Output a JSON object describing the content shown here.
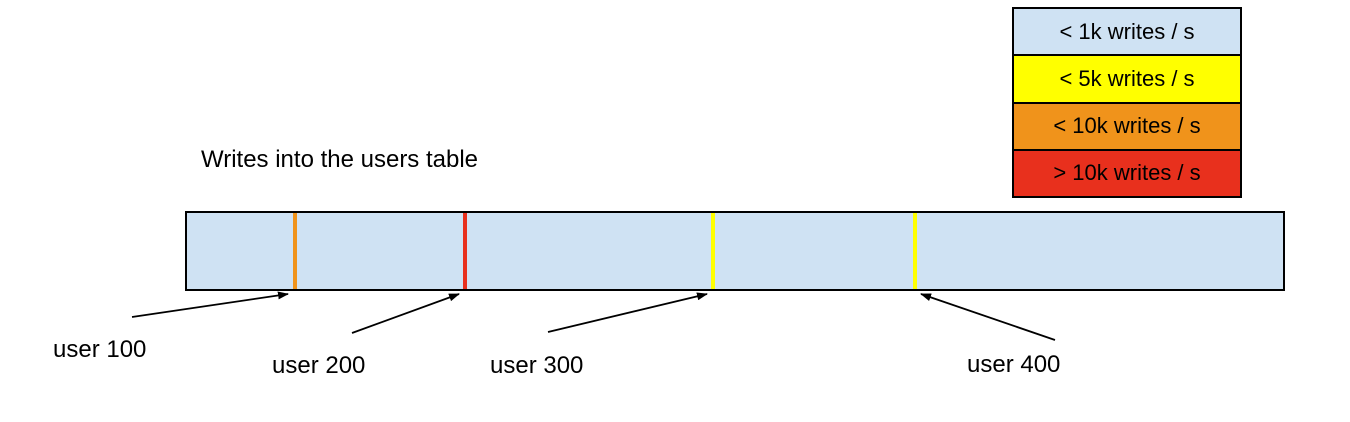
{
  "title": "Writes into the users table",
  "legend": {
    "items": [
      {
        "label": "< 1k writes / s",
        "color": "#cfe2f3"
      },
      {
        "label": "< 5k writes / s",
        "color": "#ffff00"
      },
      {
        "label": "< 10k writes / s",
        "color": "#f0931b"
      },
      {
        "label": "> 10k writes / s",
        "color": "#e8301d"
      }
    ]
  },
  "band": {
    "fill": "#cfe2f3",
    "border_color": "#000000",
    "markers": [
      {
        "label": "user 100",
        "color": "#f0931b"
      },
      {
        "label": "user 200",
        "color": "#e8301d"
      },
      {
        "label": "user 300",
        "color": "#ffff00"
      },
      {
        "label": "user 400",
        "color": "#ffff00"
      }
    ]
  },
  "arrow_color": "#000000"
}
